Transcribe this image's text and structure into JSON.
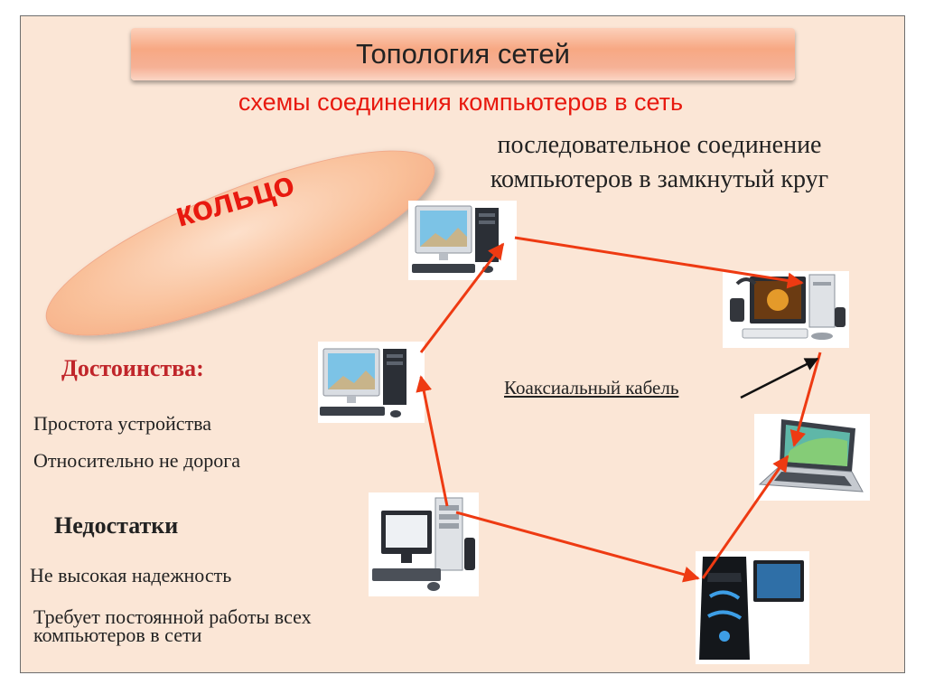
{
  "title": "Топология сетей",
  "subtitle": "схемы соединения компьютеров в сеть",
  "topology_name": "кольцо",
  "definition_lines": [
    "последовательное соединение",
    "компьютеров в замкнутый круг"
  ],
  "advantages": {
    "heading": "Достоинства:",
    "items": [
      "Простота устройства",
      "Относительно не дорога"
    ]
  },
  "disadvantages": {
    "heading": "Недостатки",
    "items": [
      "Не высокая надежность",
      "Требует постоянной работы всех",
      "компьютеров в сети"
    ]
  },
  "cable_label": "Коаксиальный кабель",
  "colors": {
    "accent_red": "#e8190f",
    "link_arrow": "#ee3a12",
    "slide_bg": "#fbe6d6"
  },
  "nodes": [
    {
      "id": "pc-top",
      "icon": "desktop-computer-icon"
    },
    {
      "id": "pc-upper-right",
      "icon": "multimedia-computer-icon"
    },
    {
      "id": "laptop-right",
      "icon": "laptop-icon"
    },
    {
      "id": "tower-bottom-right",
      "icon": "gaming-tower-icon"
    },
    {
      "id": "pc-bottom-center",
      "icon": "desktop-computer-icon"
    },
    {
      "id": "pc-left",
      "icon": "desktop-computer-icon"
    }
  ]
}
